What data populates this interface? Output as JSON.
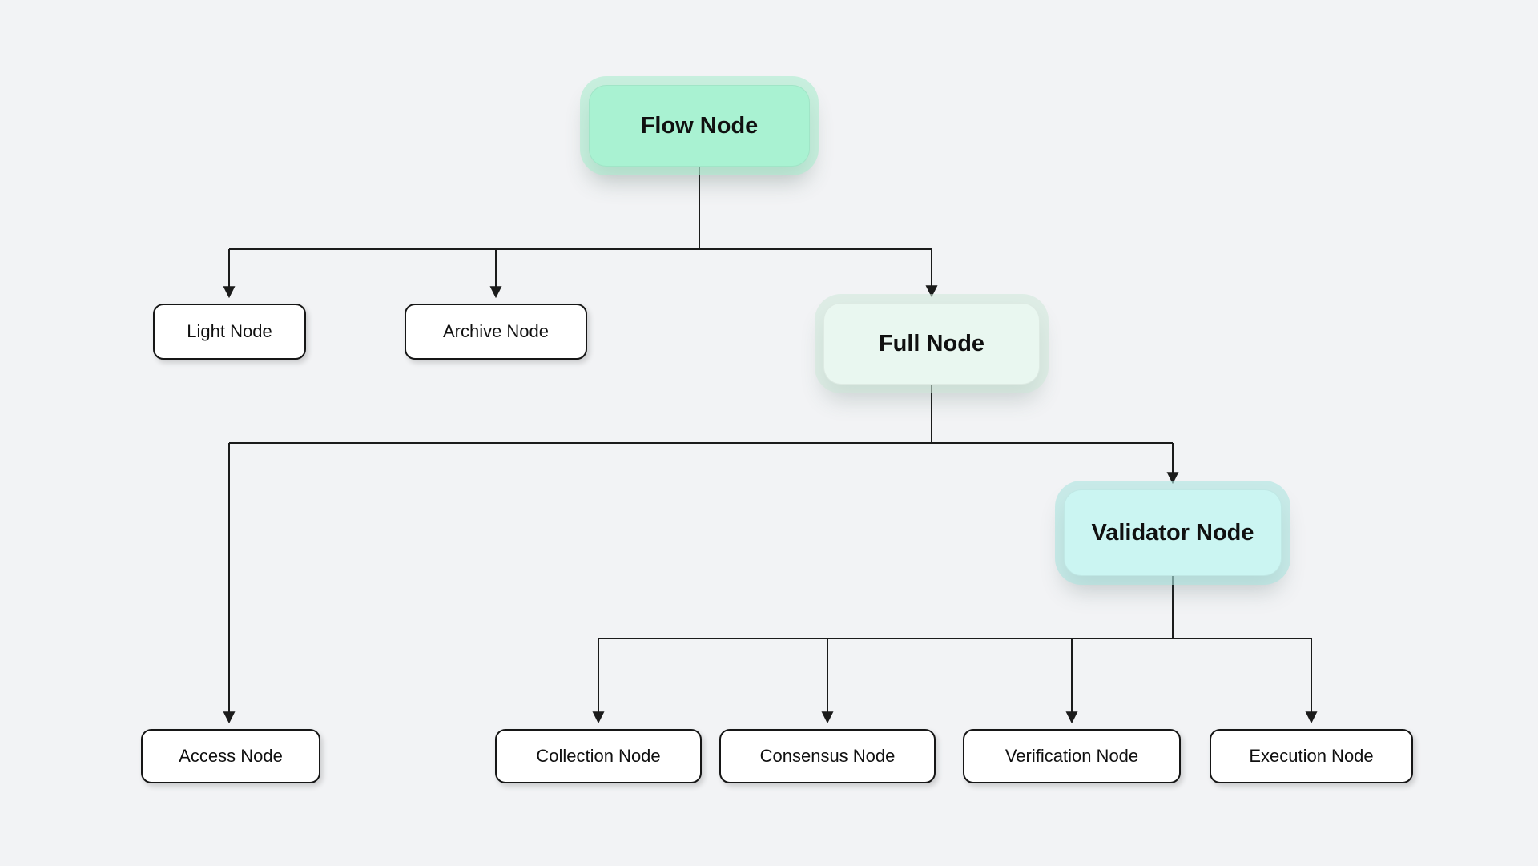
{
  "canvas": {
    "background": "#F2F3F5",
    "line_color": "#1B1B1B"
  },
  "nodes": [
    {
      "id": "flow",
      "label": "Flow Node",
      "variant": "highlight",
      "fill": "#A9F2D2"
    },
    {
      "id": "light",
      "label": "Light Node",
      "variant": "plain",
      "fill": "#FFFFFF"
    },
    {
      "id": "archive",
      "label": "Archive Node",
      "variant": "plain",
      "fill": "#FFFFFF"
    },
    {
      "id": "full",
      "label": "Full Node",
      "variant": "highlight",
      "fill": "#E9F7F0"
    },
    {
      "id": "validator",
      "label": "Validator Node",
      "variant": "highlight",
      "fill": "#CBF5F2"
    },
    {
      "id": "access",
      "label": "Access Node",
      "variant": "plain",
      "fill": "#FFFFFF"
    },
    {
      "id": "collection",
      "label": "Collection Node",
      "variant": "plain",
      "fill": "#FFFFFF"
    },
    {
      "id": "consensus",
      "label": "Consensus Node",
      "variant": "plain",
      "fill": "#FFFFFF"
    },
    {
      "id": "verification",
      "label": "Verification Node",
      "variant": "plain",
      "fill": "#FFFFFF"
    },
    {
      "id": "execution",
      "label": "Execution Node",
      "variant": "plain",
      "fill": "#FFFFFF"
    }
  ],
  "edges": [
    {
      "from": "flow",
      "to": "light"
    },
    {
      "from": "flow",
      "to": "archive"
    },
    {
      "from": "flow",
      "to": "full"
    },
    {
      "from": "full",
      "to": "access"
    },
    {
      "from": "full",
      "to": "validator"
    },
    {
      "from": "validator",
      "to": "collection"
    },
    {
      "from": "validator",
      "to": "consensus"
    },
    {
      "from": "validator",
      "to": "verification"
    },
    {
      "from": "validator",
      "to": "execution"
    }
  ]
}
